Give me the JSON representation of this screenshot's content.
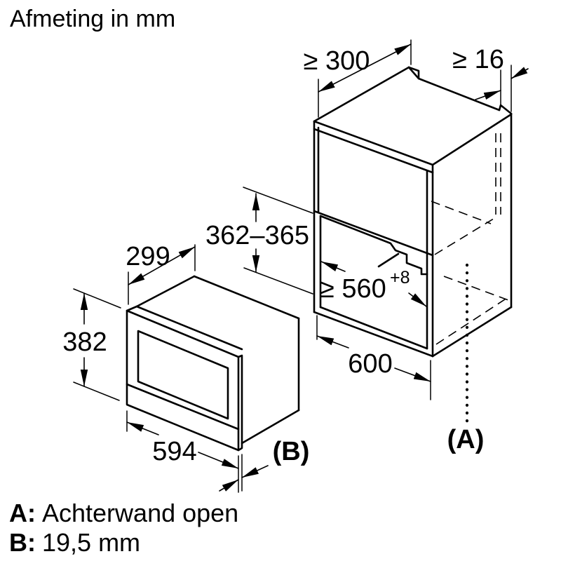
{
  "title": "Afmeting in mm",
  "diagram": {
    "dimensions": {
      "top_depth": "≥ 300",
      "side_panel_thickness": "≥ 16",
      "niche_height": "362–365",
      "niche_width": "≥ 560",
      "niche_width_tolerance": "+8",
      "cabinet_width": "600",
      "appliance_depth": "299",
      "appliance_height": "382",
      "appliance_width": "594"
    },
    "callouts": {
      "a": "(A)",
      "b": "(B)"
    }
  },
  "legend": {
    "a_key": "A:",
    "a_value": "Achterwand open",
    "b_key": "B:",
    "b_value": "19,5 mm"
  },
  "colors": {
    "line": "#000000",
    "background": "#ffffff"
  }
}
